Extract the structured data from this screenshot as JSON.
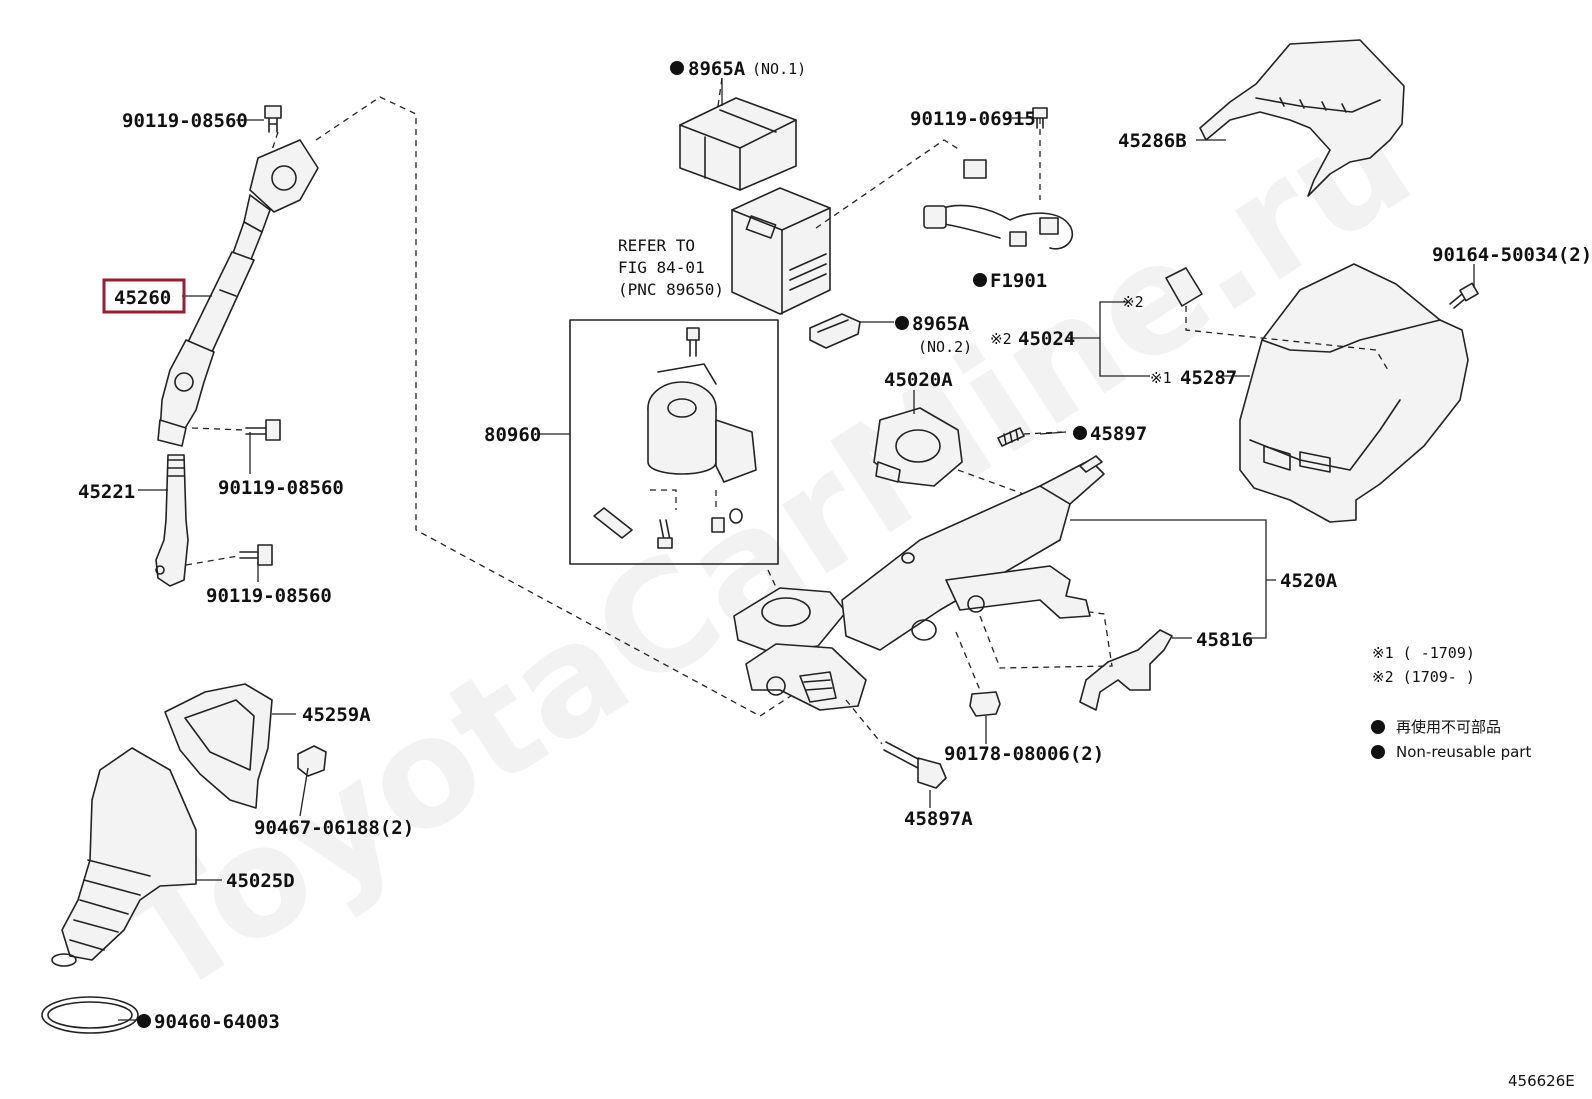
{
  "watermark": "ToyotaCarMine.ru",
  "highlight_color": "#9b1b30",
  "figure_code": "456626E",
  "labels": {
    "p90119_08560_top": "90119-08560",
    "p45260": "45260",
    "p90119_08560_mid": "90119-08560",
    "p45221": "45221",
    "p90119_08560_low": "90119-08560",
    "p45259A": "45259A",
    "p90467_06188": "90467-06188(2)",
    "p45025D": "45025D",
    "p90460_64003": "90460-64003",
    "p8965A_no1": "8965A",
    "p8965A_no1_sub": "(NO.1)",
    "refer_line1": "REFER TO",
    "refer_line2": "FIG 84-01",
    "refer_line3": "(PNC 89650)",
    "p8965A_no2": "8965A",
    "p8965A_no2_sub": "(NO.2)",
    "p80960": "80960",
    "p90119_06915": "90119-06915",
    "pF1901": "F1901",
    "p45020A": "45020A",
    "p45897": "45897",
    "p45286B": "45286B",
    "p90164_50034": "90164-50034(2)",
    "p45024": "45024",
    "p45024_mark": "※2",
    "p45287": "45287",
    "p45287_mark": "※1",
    "sticker_mark": "※2",
    "p4520A": "4520A",
    "p45816": "45816",
    "p90178_08006": "90178-08006(2)",
    "p45897A": "45897A"
  },
  "notes": {
    "note1": "※1 (      -1709)",
    "note2": "※2 (1709-      )"
  },
  "legend": {
    "line1": "再使用不可部品",
    "line2": "Non-reusable part"
  }
}
